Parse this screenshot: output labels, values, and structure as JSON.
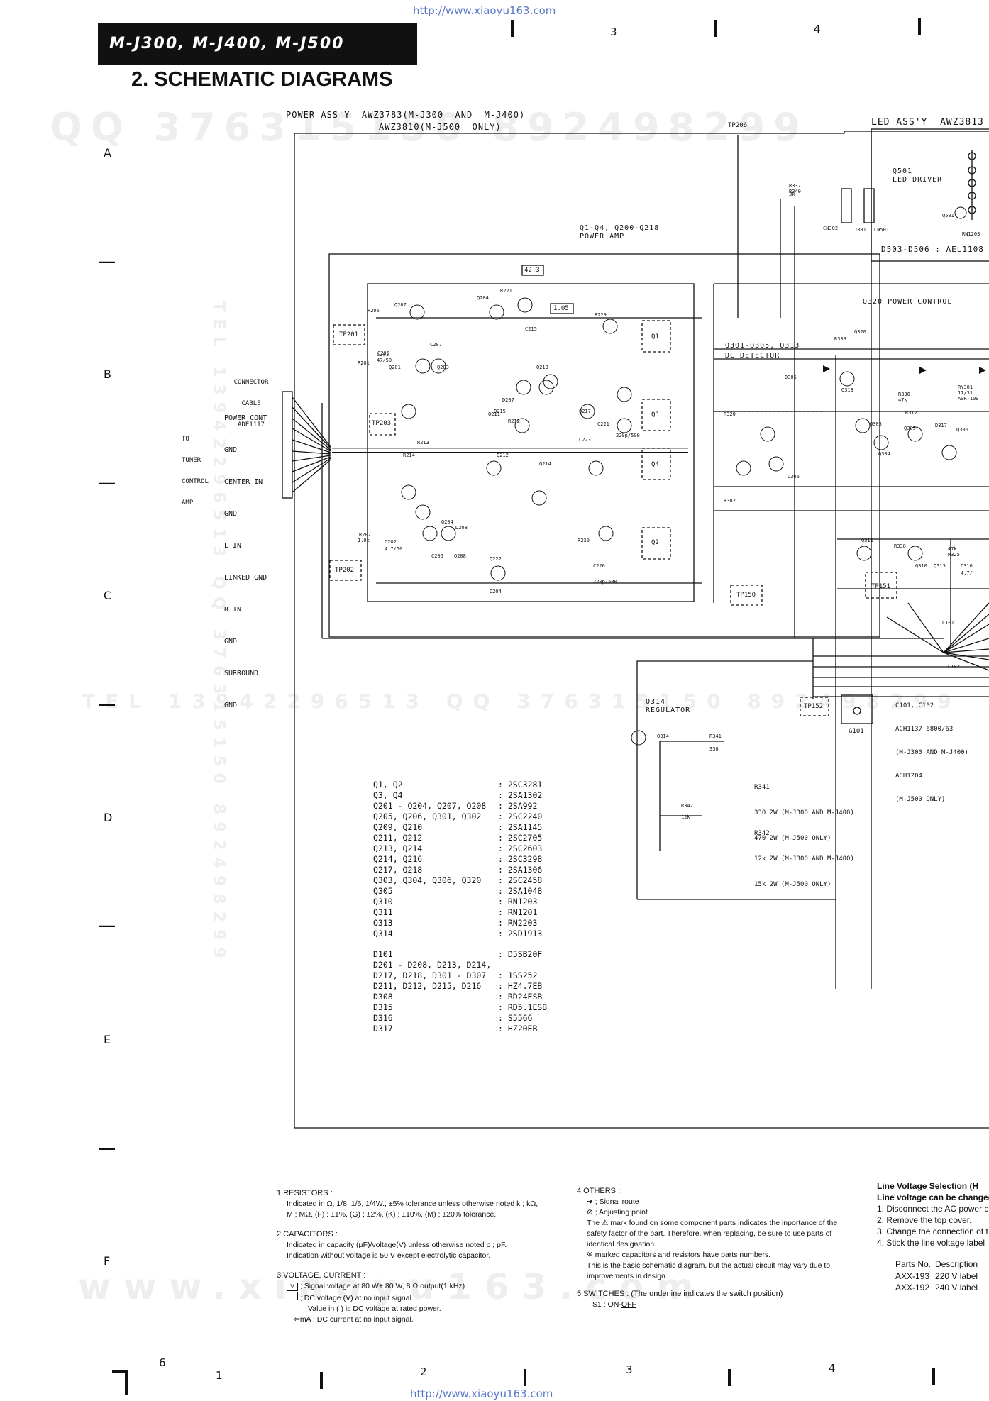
{
  "watermark": {
    "url": "http://www.xiaoyu163.com",
    "qq": "QQ 376315150 892498299",
    "tel": "TEL 13942296513 QQ 376315150 892498299",
    "tel_vertical": "TEL 13942296513 QQ 376315150 892498299",
    "site": "www.xiaoyu163.com"
  },
  "header": {
    "model_badge": "M-J300, M-J400, M-J500",
    "title": "2.  SCHEMATIC DIAGRAMS"
  },
  "frame": {
    "row_labels": [
      "A",
      "B",
      "C",
      "D",
      "E",
      "F"
    ],
    "top_col_numbers": [
      "3",
      "4"
    ],
    "bottom_col_numbers": [
      "1",
      "2",
      "3",
      "4"
    ],
    "page_number": "6"
  },
  "schematic": {
    "power_assy_line1": "POWER ASS'Y  AWZ3783(M-J300  AND  M-J400)",
    "power_assy_line2": "AWZ3810(M-J500  ONLY)",
    "led_assy": "LED ASS'Y  AWZ3813",
    "q501": "Q501",
    "led_driver": "LED DRIVER",
    "d503": "D503-D506 : AEL1108",
    "power_amp_1": "Q1-Q4, Q200-Q218",
    "power_amp_2": "POWER AMP",
    "q320": "Q320 POWER CONTROL",
    "dc_det_1": "Q301-Q305, Q313",
    "dc_det_2": "DC DETECTOR",
    "connector_1": "CONNECTOR",
    "connector_2": "CABLE",
    "connector_3": "ADE1117",
    "to_1": "TO",
    "to_2": "TUNER",
    "to_3": "CONTROL",
    "to_4": "AMP",
    "connector_pins": [
      "POWER CONT",
      "GND",
      "CENTER IN",
      "GND",
      "L IN",
      "LINKED GND",
      "R IN",
      "GND",
      "SURROUND",
      "GND"
    ],
    "q314_1": "Q314",
    "q314_2": "REGULATOR",
    "c101_lines": [
      "C101, C102",
      "ACH1137 6800/63",
      "(M-J300 AND M-J400)",
      "ACH1204",
      "(M-J500 ONLY)"
    ],
    "r341_lines": [
      "R341",
      "330 2W (M-J300 AND M-J400)",
      "470 2W (M-J500 ONLY)"
    ],
    "r342_lines": [
      "R342",
      "12k 2W (M-J300 AND M-J400)",
      "15k 2W (M-J500 ONLY)"
    ],
    "tp": [
      "TP206",
      "TP201",
      "TP203",
      "TP202",
      "TP150",
      "TP151",
      "TP152"
    ],
    "volt_42": "42.3",
    "volt_105": "1.05",
    "g101": "G101",
    "transistors": [
      "Q1",
      "Q2",
      "Q3",
      "Q4"
    ]
  },
  "parts_list": [
    {
      "ref": "Q1, Q2",
      "part": ": 2SC3281"
    },
    {
      "ref": "Q3, Q4",
      "part": ": 2SA1302"
    },
    {
      "ref": "Q201 - Q204, Q207, Q208",
      "part": ": 2SA992"
    },
    {
      "ref": "Q205, Q206, Q301, Q302",
      "part": ": 2SC2240"
    },
    {
      "ref": "Q209, Q210",
      "part": ": 2SA1145"
    },
    {
      "ref": "Q211, Q212",
      "part": ": 2SC2705"
    },
    {
      "ref": "Q213, Q214",
      "part": ": 2SC2603"
    },
    {
      "ref": "Q214, Q216",
      "part": ": 2SC3298"
    },
    {
      "ref": "Q217, Q218",
      "part": ": 2SA1306"
    },
    {
      "ref": "Q303, Q304, Q306, Q320",
      "part": ": 2SC2458"
    },
    {
      "ref": "Q305",
      "part": ": 2SA1048"
    },
    {
      "ref": "Q310",
      "part": ": RN1203"
    },
    {
      "ref": "Q311",
      "part": ": RN1201"
    },
    {
      "ref": "Q313",
      "part": ": RN2203"
    },
    {
      "ref": "Q314",
      "part": ": 2SD1913"
    }
  ],
  "diode_list": [
    {
      "ref": "D101",
      "part": ": D5SB20F"
    },
    {
      "ref": "D201 - D208, D213, D214,",
      "part": ""
    },
    {
      "ref": "D217, D218, D301 - D307",
      "part": ": 1SS252"
    },
    {
      "ref": "D211, D212, D215, D216",
      "part": ": HZ4.7EB"
    },
    {
      "ref": "D308",
      "part": ": RD24ESB"
    },
    {
      "ref": "D315",
      "part": ": RD5.1ESB"
    },
    {
      "ref": "D316",
      "part": ": S5566"
    },
    {
      "ref": "D317",
      "part": ": HZ20EB"
    }
  ],
  "notes": {
    "resistors_h": "1 RESISTORS :",
    "resistors_1": "Indicated in Ω, 1/8, 1/6, 1/4W., ±5% tolerance unless otherwise noted k ; kΩ,",
    "resistors_2": "M ; MΩ, (F) ; ±1%, (G) ; ±2%, (K) ; ±10%, (M) ; ±20% tolerance.",
    "capacitors_h": "2 CAPACITORS :",
    "capacitors_1": "Indicated in capacity (μF)/voltage(V) unless otherwise noted p ; pF.",
    "capacitors_2": "Indication without voltage is 50 V except electrolytic capacitor.",
    "voltage_h": "3.VOLTAGE, CURRENT :",
    "voltage_1": "; Signal voltage at 80 W+ 80 W, 8 Ω output(1 kHz).",
    "voltage_2": "; DC voltage (V) at no input signal.",
    "voltage_3": "Value in ( ) is DC voltage at rated power.",
    "voltage_4": "mA ; DC current at no input signal.",
    "others_h": "4 OTHERS :",
    "others_1": "; Signal route",
    "others_2": "; Adjusting point",
    "others_3": "The ⚠ mark found on some component parts indicates the inportance of the",
    "others_4": "safety factor of the part. Therefore, when replacing, be sure to use parts of",
    "others_5": "identical designation.",
    "others_6": "※ marked capacitors and resistors have parts numbers.",
    "others_7": "This is the basic schematic diagram, but the actual circuit may vary due to",
    "others_8": "improvements in design.",
    "switches_h": "5 SWITCHES : (The underline indicates the switch position)",
    "switches_1a": "S1 : ON-",
    "switches_1b": "OFF"
  },
  "line_voltage": {
    "title": "Line Voltage Selection (H",
    "subtitle": "Line voltage can be changed",
    "steps": [
      "1. Disconnect the AC power c",
      "2. Remove the top cover.",
      "3. Change the connection of t",
      "4. Stick the line voltage label"
    ],
    "col_parts": "Parts No.",
    "col_desc": "Description",
    "rows": [
      {
        "part": "AXX-193",
        "desc": "220 V label"
      },
      {
        "part": "AXX-192",
        "desc": "240 V label"
      }
    ]
  }
}
